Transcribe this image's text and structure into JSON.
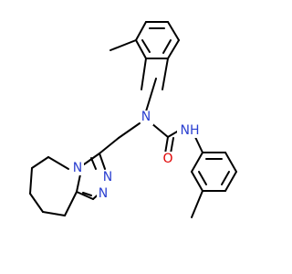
{
  "molecule": {
    "colors": {
      "bond": "#000000",
      "nitrogen": "#2a3fd0",
      "oxygen": "#e00000",
      "background": "#ffffff"
    },
    "labels": {
      "n_amide": "N",
      "nh": "NH",
      "o_carbonyl": "O",
      "n_ring_a": "N",
      "n_ring_b": "N",
      "n_ring_c": "N"
    }
  }
}
